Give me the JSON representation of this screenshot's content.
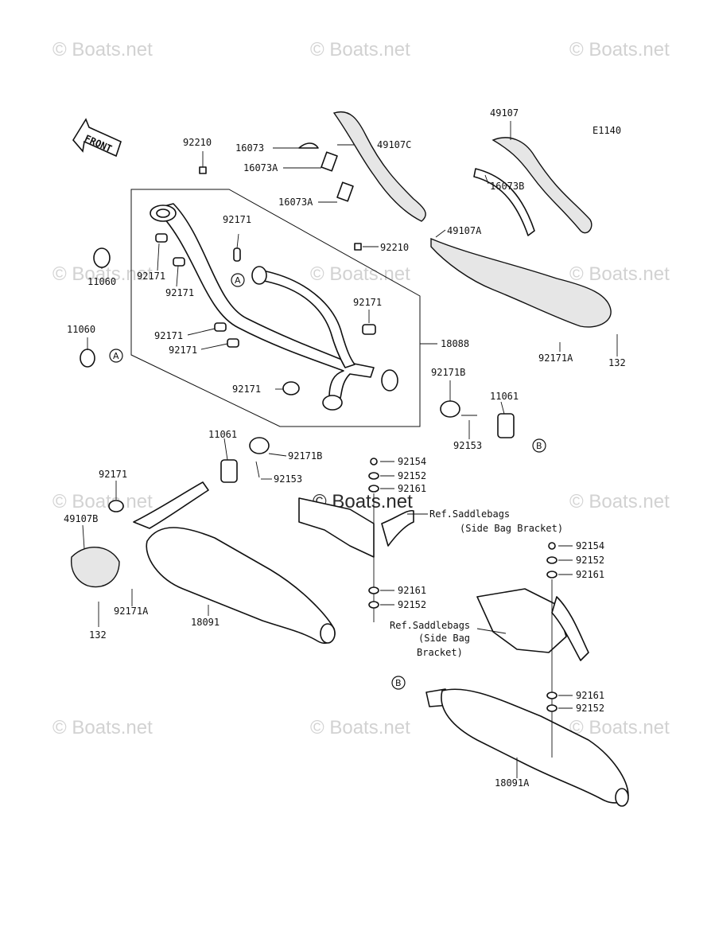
{
  "diagram_code": "E1140",
  "front_label": "FRONT",
  "watermark": "© Boats.net",
  "watermark_center": "© Boats.net",
  "ref_markers": {
    "a": "A",
    "b": "B"
  },
  "parts": {
    "p92210_top": "92210",
    "p16073": "16073",
    "p49107C": "49107C",
    "p16073A_1": "16073A",
    "p16073A_2": "16073A",
    "p49107": "49107",
    "p16073B": "16073B",
    "p49107A": "49107A",
    "p92171_a": "92171",
    "p92210_mid": "92210",
    "p92171_b": "92171",
    "p11060_a": "11060",
    "p92171_c": "92171",
    "p11060_b": "11060",
    "p92171_d": "92171",
    "p92171_e": "92171",
    "p92171_f": "92171",
    "p92171A_r": "92171A",
    "p132_r": "132",
    "p18088": "18088",
    "p92171_g": "92171",
    "p92171B_r": "92171B",
    "p11061_r": "11061",
    "p92153_r": "92153",
    "p11061_l": "11061",
    "p92171B_l": "92171B",
    "p92153_l": "92153",
    "p92154_1": "92154",
    "p92152_1": "92152",
    "p92161_1": "92161",
    "p92171_h": "92171",
    "p49107B": "49107B",
    "p92161_2": "92161",
    "p92152_2": "92152",
    "p92171A_l": "92171A",
    "p132_l": "132",
    "p18091": "18091",
    "p92154_2": "92154",
    "p92152_3": "92152",
    "p92161_3": "92161",
    "p92161_4": "92161",
    "p92152_4": "92152",
    "p18091A": "18091A"
  },
  "refs": {
    "saddle1_l1": "Ref.Saddlebags",
    "saddle1_l2": "(Side Bag Bracket)",
    "saddle2_l1": "Ref.Saddlebags",
    "saddle2_l2": "(Side Bag",
    "saddle2_l3": "Bracket)"
  }
}
